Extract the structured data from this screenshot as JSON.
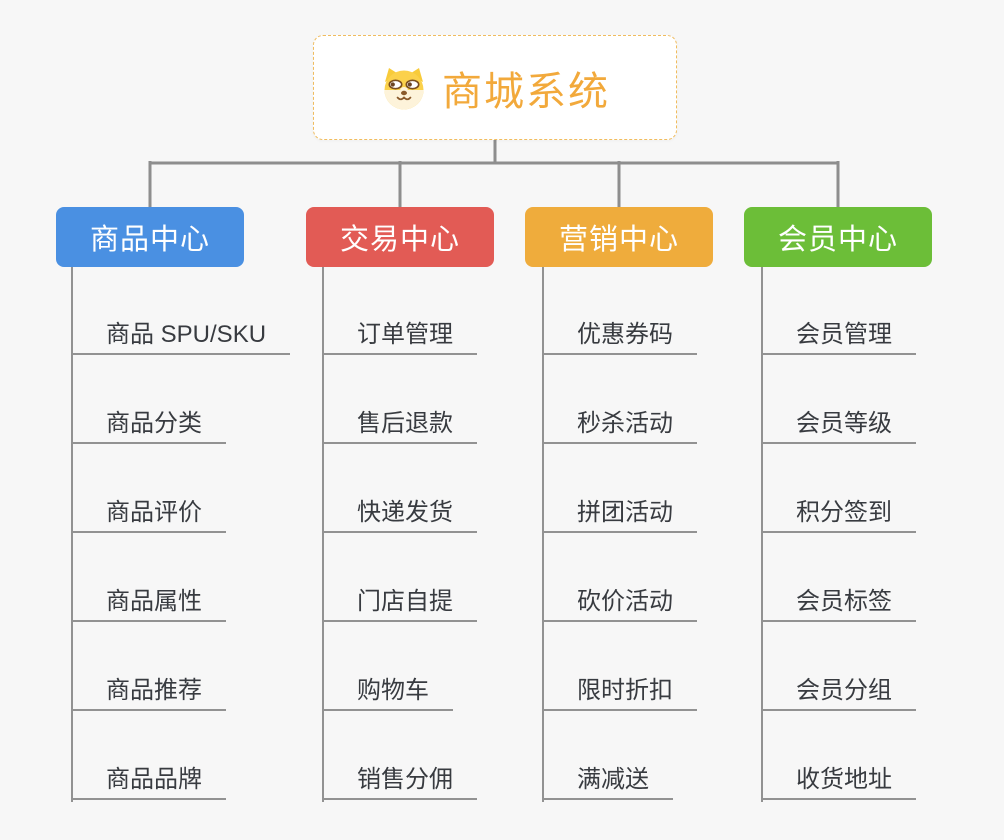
{
  "canvas": {
    "background_color": "#f7f7f7",
    "connector_color": "#8e8e8e"
  },
  "root": {
    "title": "商城系统",
    "icon": "shiba-dog-icon",
    "text_color": "#f2a93b",
    "border_color": "#f0bc5e",
    "background_color": "#ffffff"
  },
  "branches": [
    {
      "label": "商品中心",
      "color": "#4a90e2",
      "children": [
        "商品 SPU/SKU",
        "商品分类",
        "商品评价",
        "商品属性",
        "商品推荐",
        "商品品牌"
      ]
    },
    {
      "label": "交易中心",
      "color": "#e25b55",
      "children": [
        "订单管理",
        "售后退款",
        "快递发货",
        "门店自提",
        "购物车",
        "销售分佣"
      ]
    },
    {
      "label": "营销中心",
      "color": "#efac3c",
      "children": [
        "优惠券码",
        "秒杀活动",
        "拼团活动",
        "砍价活动",
        "限时折扣",
        "满减送"
      ]
    },
    {
      "label": "会员中心",
      "color": "#6cbe38",
      "children": [
        "会员管理",
        "会员等级",
        "积分签到",
        "会员标签",
        "会员分组",
        "收货地址"
      ]
    }
  ]
}
